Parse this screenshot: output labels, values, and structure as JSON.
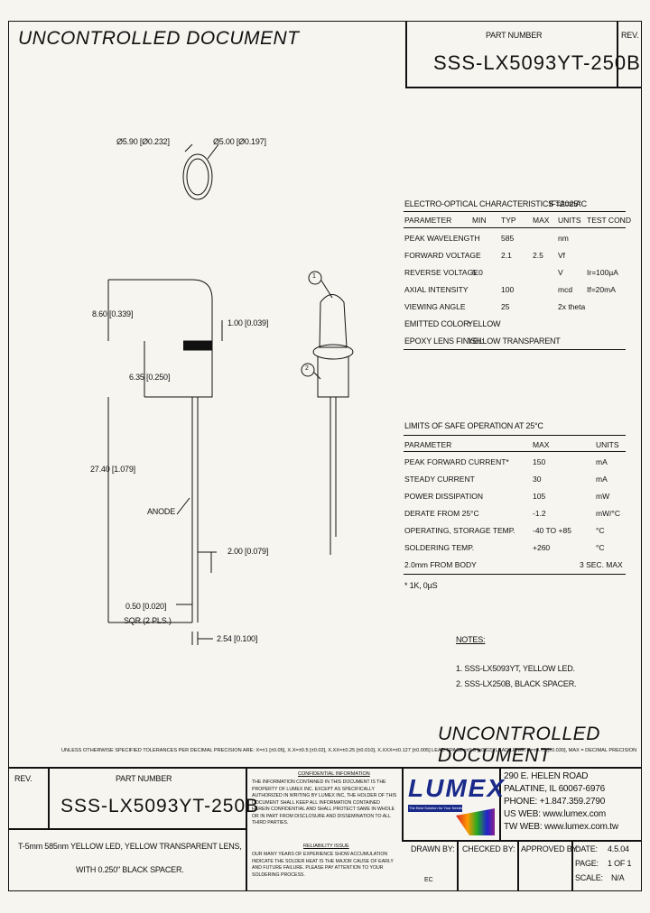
{
  "header": {
    "uncontrolled_top": "UNCONTROLLED DOCUMENT",
    "part_number_label": "PART NUMBER",
    "part_number": "SSS-LX5093YT-250B",
    "rev_label": "REV."
  },
  "dims": {
    "d590": "Ø5.90 [Ø0.232]",
    "d500": "Ø5.00 [Ø0.197]",
    "d860": "8.60 [0.339]",
    "d100": "1.00 [0.039]",
    "d635": "6.35 [0.250]",
    "d2740": "27.40 [1.079]",
    "anode": "ANODE",
    "d200": "2.00 [0.079]",
    "d050": "0.50 [0.020]",
    "sqr": "SQR (2 PLS.)",
    "d254": "2.54 [0.100]",
    "callout1": "1",
    "callout2": "2"
  },
  "eo": {
    "title": "ELECTRO-OPTICAL CHARACTERISTICS TA=25°C",
    "cond": "IF=20mA",
    "headers": [
      "PARAMETER",
      "MIN",
      "TYP",
      "MAX",
      "UNITS",
      "TEST COND"
    ],
    "rows": [
      [
        "PEAK WAVELENGTH",
        "",
        "585",
        "",
        "nm",
        ""
      ],
      [
        "FORWARD VOLTAGE",
        "",
        "2.1",
        "2.5",
        "Vf",
        ""
      ],
      [
        "REVERSE VOLTAGE",
        "5.0",
        "",
        "",
        "V",
        "Ir=100µA"
      ],
      [
        "AXIAL INTENSITY",
        "",
        "100",
        "",
        "mcd",
        "If=20mA"
      ],
      [
        "VIEWING ANGLE",
        "",
        "25",
        "",
        "2x theta",
        ""
      ]
    ],
    "emitted_label": "EMITTED COLOR:",
    "emitted_value": "YELLOW",
    "epoxy_label": "EPOXY LENS FINISH:",
    "epoxy_value": "YELLOW TRANSPARENT"
  },
  "safe": {
    "title": "LIMITS OF SAFE OPERATION AT 25°C",
    "headers": [
      "PARAMETER",
      "MAX",
      "UNITS"
    ],
    "rows": [
      [
        "PEAK FORWARD CURRENT*",
        "150",
        "mA"
      ],
      [
        "STEADY CURRENT",
        "30",
        "mA"
      ],
      [
        "POWER DISSIPATION",
        "105",
        "mW"
      ],
      [
        "DERATE FROM 25°C",
        "-1.2",
        "mW/°C"
      ],
      [
        "OPERATING, STORAGE TEMP.",
        "-40 TO +85",
        "°C"
      ],
      [
        "SOLDERING TEMP.",
        "+260",
        "°C"
      ],
      [
        "2.0mm FROM BODY",
        "",
        "3 SEC. MAX"
      ]
    ],
    "footnote": "* 1K, 0µS"
  },
  "notes": {
    "title": "NOTES:",
    "items": [
      "1. SSS-LX5093YT, YELLOW LED.",
      "2. SSS-LX250B, BLACK SPACER."
    ]
  },
  "uncontrolled_bottom": "UNCONTROLLED DOCUMENT",
  "tolerance_line": "UNLESS OTHERWISE SPECIFIED TOLERANCES PER DECIMAL PRECISION ARE: X=±1 [±0.05], X.X=±0.5 [±0.02], X.XX=±0.25 [±0.010], X.XXX=±0.127 [±0.005]   LEAD SPACE=±0.5 [±0.02], LEAD LENGTH=±0.75 [±0.030], MAX =   DECIMAL PRECISION",
  "title_block": {
    "rev_label": "REV.",
    "part_number_label": "PART NUMBER",
    "part_number": "SSS-LX5093YT-250B",
    "desc1": "T-5mm 585nm YELLOW LED, YELLOW TRANSPARENT LENS,",
    "desc2": "WITH 0.250\" BLACK SPACER.",
    "conf_title": "CONFIDENTIAL INFORMATION",
    "conf_text": "THE INFORMATION CONTAINED IN THIS DOCUMENT IS THE PROPERTY OF LUMEX INC. EXCEPT AS SPECIFICALLY AUTHORIZED IN WRITING BY LUMEX INC, THE HOLDER OF THIS DOCUMENT SHALL KEEP ALL INFORMATION CONTAINED HEREIN CONFIDENTIAL AND SHALL PROTECT SAME IN WHOLE OR IN PART FROM DISCLOSURE AND DISSEMINATION TO ALL THIRD PARTIES.",
    "rel_title": "RELIABILITY ISSUE",
    "rel_text": "OUR MANY YEARS OF EXPERIENCE SHOW ACCUMULATION INDICATE THE SOLDER HEAT IS THE MAJOR CAUSE OF EARLY AND FUTURE FAILURE. PLEASE PAY ATTENTION TO YOUR SOLDERING PROCESS.",
    "logo_text": "LUMEX",
    "logo_tag": "The Best Solution for Your Needs",
    "address1": "290 E. HELEN ROAD",
    "address2": "PALATINE, IL   60067-6976",
    "phone": "PHONE: +1.847.359.2790",
    "us_web": "US WEB: www.lumex.com",
    "tw_web": "TW WEB: www.lumex.com.tw",
    "drawn_label": "DRAWN BY:",
    "drawn_value": "EC",
    "checked_label": "CHECKED BY:",
    "approved_label": "APPROVED BY:",
    "date_label": "DATE:",
    "date_value": "4.5.04",
    "page_label": "PAGE:",
    "page_value": "1 OF 1",
    "scale_label": "SCALE:",
    "scale_value": "N/A"
  }
}
